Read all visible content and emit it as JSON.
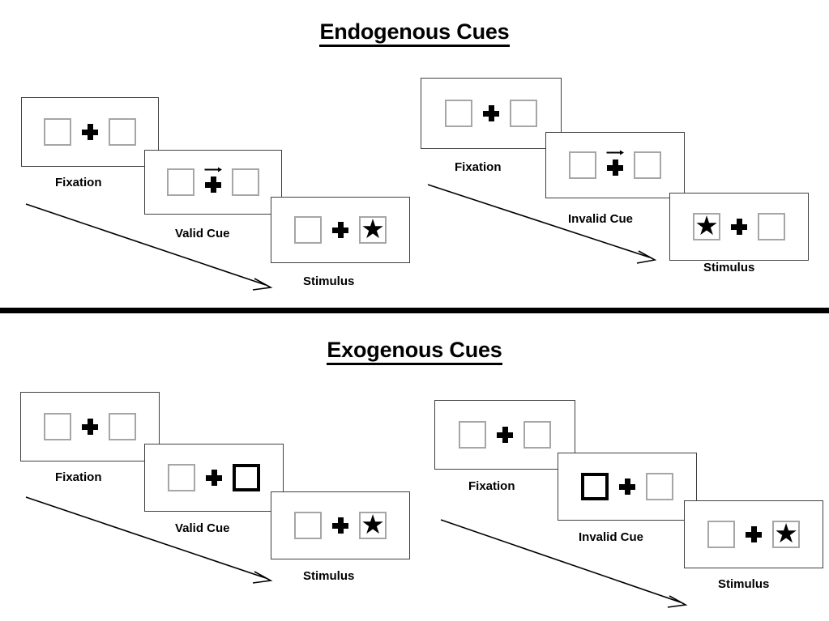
{
  "sections": [
    {
      "id": "endogenous",
      "title": "Endogenous Cues",
      "cue_type": "arrow",
      "columns": [
        {
          "id": "valid",
          "steps": [
            {
              "id": "fixation",
              "caption": "Fixation",
              "left_box": "empty",
              "right_box": "empty",
              "cue": "none"
            },
            {
              "id": "cue",
              "caption": "Valid Cue",
              "left_box": "empty",
              "right_box": "empty",
              "cue": "arrow-right"
            },
            {
              "id": "stimulus",
              "caption": "Stimulus",
              "left_box": "empty",
              "right_box": "star",
              "cue": "none"
            }
          ]
        },
        {
          "id": "invalid",
          "steps": [
            {
              "id": "fixation",
              "caption": "Fixation",
              "left_box": "empty",
              "right_box": "empty",
              "cue": "none"
            },
            {
              "id": "cue",
              "caption": "Invalid Cue",
              "left_box": "empty",
              "right_box": "empty",
              "cue": "arrow-right"
            },
            {
              "id": "stimulus",
              "caption": "Stimulus",
              "left_box": "star",
              "right_box": "empty",
              "cue": "none"
            }
          ]
        }
      ]
    },
    {
      "id": "exogenous",
      "title": "Exogenous Cues",
      "cue_type": "box-flash",
      "columns": [
        {
          "id": "valid",
          "steps": [
            {
              "id": "fixation",
              "caption": "Fixation",
              "left_box": "empty",
              "right_box": "empty",
              "cue": "none"
            },
            {
              "id": "cue",
              "caption": "Valid Cue",
              "left_box": "empty",
              "right_box": "bold",
              "cue": "none"
            },
            {
              "id": "stimulus",
              "caption": "Stimulus",
              "left_box": "empty",
              "right_box": "star",
              "cue": "none"
            }
          ]
        },
        {
          "id": "invalid",
          "steps": [
            {
              "id": "fixation",
              "caption": "Fixation",
              "left_box": "empty",
              "right_box": "empty",
              "cue": "none"
            },
            {
              "id": "cue",
              "caption": "Invalid Cue",
              "left_box": "bold",
              "right_box": "empty",
              "cue": "none"
            },
            {
              "id": "stimulus",
              "caption": "Stimulus",
              "left_box": "empty",
              "right_box": "star",
              "cue": "none"
            }
          ]
        }
      ]
    }
  ],
  "glyphs": {
    "star": "★",
    "cue_arrow": "arrow-right-icon",
    "fixation_cross": "plus-cross-icon",
    "flow_arrow": "time-flow-arrow-icon"
  },
  "colors": {
    "ink": "#000000",
    "panel_border": "#404040",
    "box_border": "#a6a6a6",
    "box_border_bold": "#000000",
    "background": "#ffffff"
  }
}
